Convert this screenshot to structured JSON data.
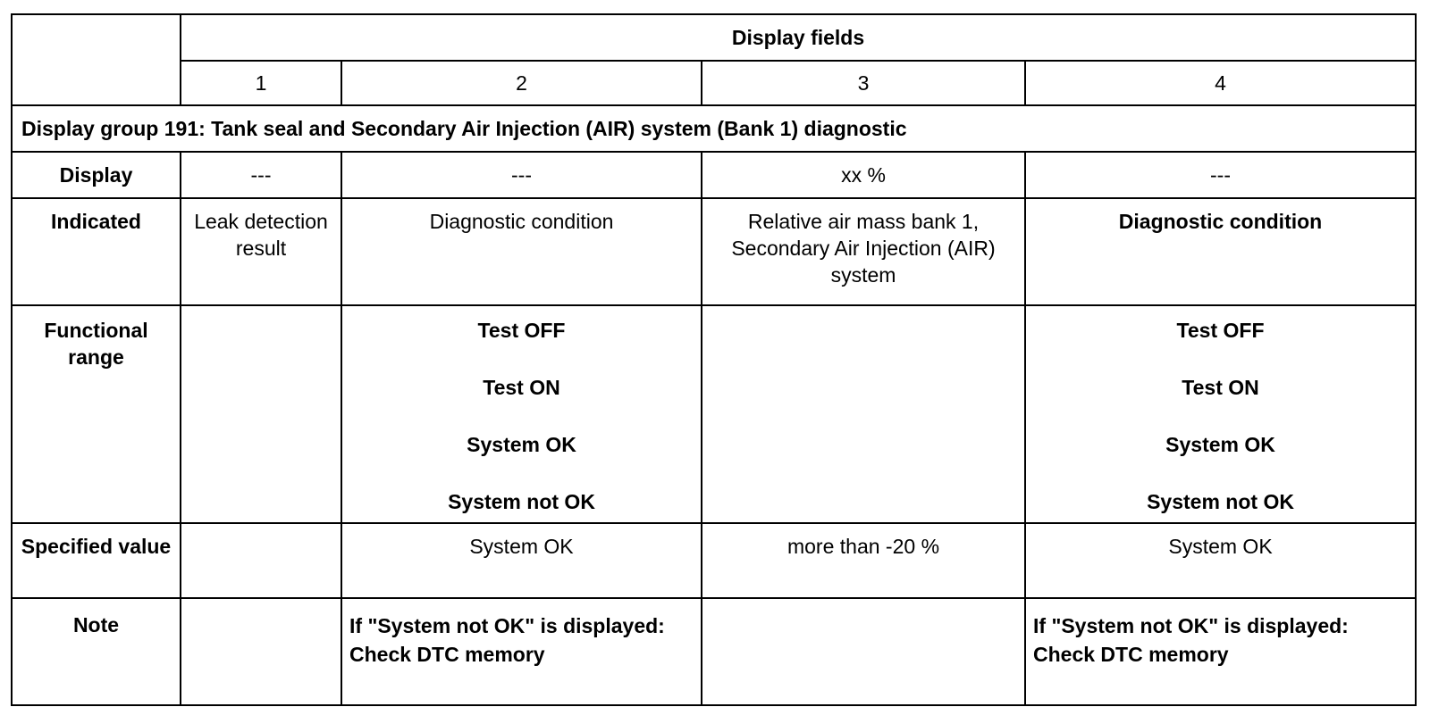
{
  "header": {
    "display_fields_label": "Display fields",
    "field_numbers": [
      "1",
      "2",
      "3",
      "4"
    ]
  },
  "group_title": "Display group 191: Tank seal and Secondary Air Injection (AIR) system (Bank 1) diagnostic",
  "rows": {
    "display": {
      "label": "Display",
      "cells": [
        "---",
        "---",
        "xx %",
        "---"
      ]
    },
    "indicated": {
      "label": "Indicated",
      "cells": [
        "Leak detection result",
        "Diagnostic condition",
        "Relative air mass bank 1, Secondary Air Injection (AIR) system",
        "Diagnostic condition"
      ]
    },
    "functional": {
      "label": "Functional range",
      "field2": [
        "Test OFF",
        "Test ON",
        "System OK",
        "System not OK"
      ],
      "field4": [
        "Test OFF",
        "Test ON",
        "System OK",
        "System not OK"
      ]
    },
    "specified": {
      "label": "Specified value",
      "cells": [
        "",
        "System OK",
        "more than -20 %",
        "System OK"
      ]
    },
    "note": {
      "label": "Note",
      "field2": "If \"System not OK\" is displayed: Check DTC memory",
      "field4": "If \"System not OK\" is displayed: Check DTC memory"
    }
  }
}
